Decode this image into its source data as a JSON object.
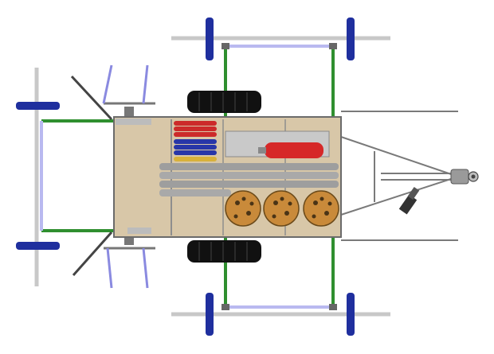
{
  "view": "trailer-top-view-cad",
  "colors": {
    "background": "#ffffff",
    "deck": "#d8c7a8",
    "frame_edge": "#6b6b6b",
    "outrigger_green": "#2f8f2f",
    "bar_lavender": "#b9b9f0",
    "hub_blue": "#1f2f9e",
    "bar_steel": "#c8c8c8",
    "tire": "#111111",
    "cylinder_red": "#d62828",
    "plate_red": "#cc2a2a",
    "plate_blue": "#2836a8",
    "plate_yellow": "#d8b13a",
    "pipe_gray": "#9e9e9e",
    "ball_bronze": "#c98a3a",
    "hitch": "#9a9a9a"
  },
  "components": [
    "deck",
    "side-outriggers",
    "front-outriggers",
    "tires",
    "stacked-plates",
    "gas-cylinder",
    "pipes",
    "spherical-loads",
    "tongue-hitch",
    "jack"
  ]
}
